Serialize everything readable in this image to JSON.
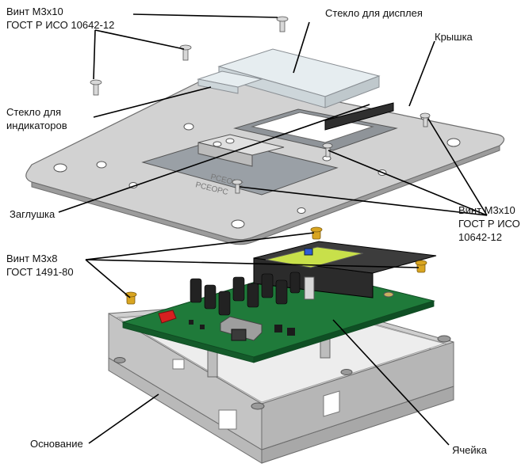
{
  "labels": {
    "screw_top": [
      "Винт М3х10",
      "ГОСТ Р ИСО 10642-12"
    ],
    "display_glass": "Стекло для дисплея",
    "lid": "Крышка",
    "indicator_glass": [
      "Стекло для",
      "индикаторов"
    ],
    "plug": "Заглушка",
    "screw_right": [
      "Винт М3х10",
      "ГОСТ Р ИСО",
      "10642-12"
    ],
    "screw_m3x8": [
      "Винт М3х8",
      "ГОСТ 1491-80"
    ],
    "base": "Основание",
    "cell": "Ячейка"
  },
  "colors": {
    "metal": "#c9c9c9",
    "metal_dark": "#8a8a8a",
    "pcb": "#1f7a3a",
    "lcd": "#c8e04a",
    "glass": "#dfe6ea",
    "brass": "#d9a520",
    "box": "#d4d4d4",
    "leader": "#000000"
  }
}
